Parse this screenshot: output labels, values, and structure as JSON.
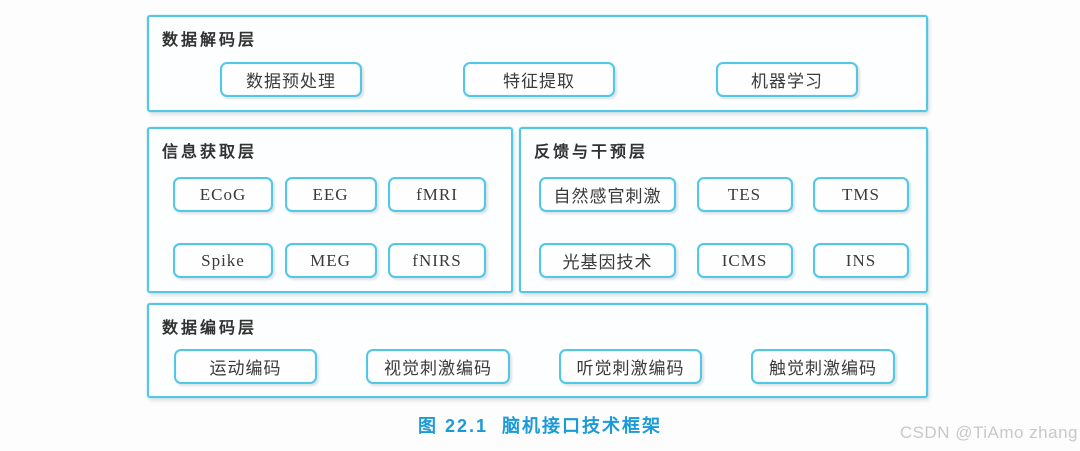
{
  "layers": {
    "decoding": {
      "title": "数据解码层",
      "items": [
        "数据预处理",
        "特征提取",
        "机器学习"
      ]
    },
    "acquisition": {
      "title": "信息获取层",
      "rows": [
        [
          "ECoG",
          "EEG",
          "fMRI"
        ],
        [
          "Spike",
          "MEG",
          "fNIRS"
        ]
      ]
    },
    "feedback": {
      "title": "反馈与干预层",
      "rows": [
        [
          "自然感官刺激",
          "TES",
          "TMS"
        ],
        [
          "光基因技术",
          "ICMS",
          "INS"
        ]
      ]
    },
    "encoding": {
      "title": "数据编码层",
      "items": [
        "运动编码",
        "视觉刺激编码",
        "听觉刺激编码",
        "触觉刺激编码"
      ]
    }
  },
  "caption": {
    "figure_label": "图 22.1",
    "title": "脑机接口技术框架"
  },
  "watermark": "CSDN @TiAmo zhang",
  "colors": {
    "box_border": "#52c7e6",
    "caption_blue": "#1b9ad8",
    "node_text": "#3a3a3a",
    "watermark_gray": "#c8c8c8",
    "background": "#fdfdfd"
  }
}
